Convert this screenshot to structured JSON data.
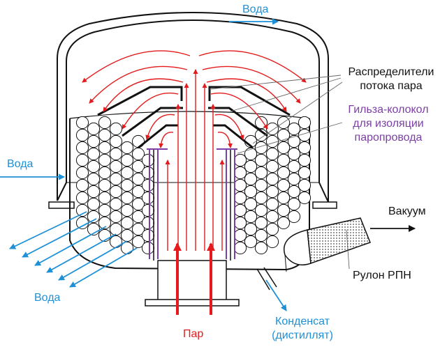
{
  "labels": {
    "water_top": "Вода",
    "water_left": "Вода",
    "water_bottom": "Вода",
    "distributors": [
      "Распределители",
      "потока пара"
    ],
    "sleeve": [
      "Гильза-колокол",
      "для изоляции",
      "паропровода"
    ],
    "vacuum": "Вакуум",
    "roll": "Рулон РПН",
    "steam": "Пар",
    "condensate": [
      "Конденсат",
      "(дистиллят)"
    ]
  },
  "colors": {
    "water": "#1e90d8",
    "steam": "#e41a1c",
    "sleeve": "#7b3fa6",
    "outline": "#111111",
    "mesh": "#bdbdbd"
  }
}
